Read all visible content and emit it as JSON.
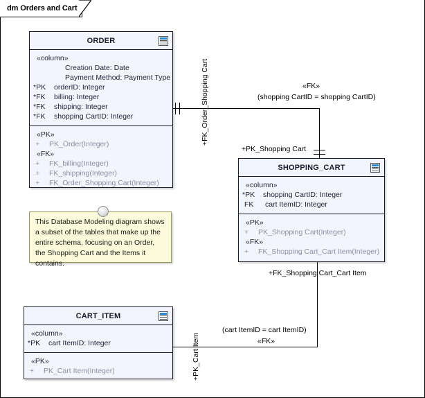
{
  "diagram": {
    "tab_label": "dm Orders and Cart",
    "colors": {
      "table_fill": "#f2f5fd",
      "table_border": "#1b1b2b",
      "note_fill": "#fbfbdb",
      "note_border": "#9a9a55",
      "operation_text": "#8f8fa5",
      "icon_accent": "#1f8ae0",
      "connector": "#000000"
    }
  },
  "tables": {
    "order": {
      "name": "ORDER",
      "icon": "table-icon",
      "columns_stereotype": "«column»",
      "columns": [
        {
          "key": "",
          "text": "Creation Date: Date"
        },
        {
          "key": "",
          "text": "Payment Method: Payment Type"
        },
        {
          "key": "*PK",
          "text": "orderID: Integer"
        },
        {
          "key": "*FK",
          "text": "billing: Integer"
        },
        {
          "key": "*FK",
          "text": "shipping: Integer"
        },
        {
          "key": "*FK",
          "text": "shopping CartID: Integer"
        }
      ],
      "pk_stereotype": "«PK»",
      "pk_operations": [
        {
          "vis": "+",
          "text": "PK_Order(Integer)"
        }
      ],
      "fk_stereotype": "«FK»",
      "fk_operations": [
        {
          "vis": "+",
          "text": "FK_billing(Integer)"
        },
        {
          "vis": "+",
          "text": "FK_shipping(Integer)"
        },
        {
          "vis": "+",
          "text": "FK_Order_Shopping Cart(Integer)"
        }
      ]
    },
    "shopping_cart": {
      "name": "SHOPPING_CART",
      "icon": "table-icon",
      "columns_stereotype": "«column»",
      "columns": [
        {
          "key": "*PK",
          "text": "shopping CartID: Integer"
        },
        {
          "key": "FK",
          "text": "cart ItemID: Integer"
        }
      ],
      "pk_stereotype": "«PK»",
      "pk_operations": [
        {
          "vis": "+",
          "text": "PK_Shopping Cart(Integer)"
        }
      ],
      "fk_stereotype": "«FK»",
      "fk_operations": [
        {
          "vis": "+",
          "text": "FK_Shopping Cart_Cart Item(Integer)"
        }
      ]
    },
    "cart_item": {
      "name": "CART_ITEM",
      "icon": "table-icon",
      "columns_stereotype": "«column»",
      "columns": [
        {
          "key": "*PK",
          "text": "cart ItemID: Integer"
        }
      ],
      "pk_stereotype": "«PK»",
      "pk_operations": [
        {
          "vis": "+",
          "text": "PK_Cart Item(Integer)"
        }
      ]
    }
  },
  "note": {
    "text": "This Database Modeling diagram shows a subset of the tables that make up the entire schema, focusing on an Order, the Shopping Cart and the Items it contains."
  },
  "connectors": {
    "order_to_cart": {
      "source_role": "+FK_Order_Shopping Cart",
      "target_role": "+PK_Shopping Cart",
      "stereotype": "«FK»",
      "condition": "(shopping CartID = shopping CartID)"
    },
    "cart_to_item": {
      "source_role": "+FK_Shopping Cart_Cart Item",
      "target_role": "+PK_Cart Item",
      "stereotype": "«FK»",
      "condition": "(cart ItemID = cart ItemID)"
    }
  }
}
